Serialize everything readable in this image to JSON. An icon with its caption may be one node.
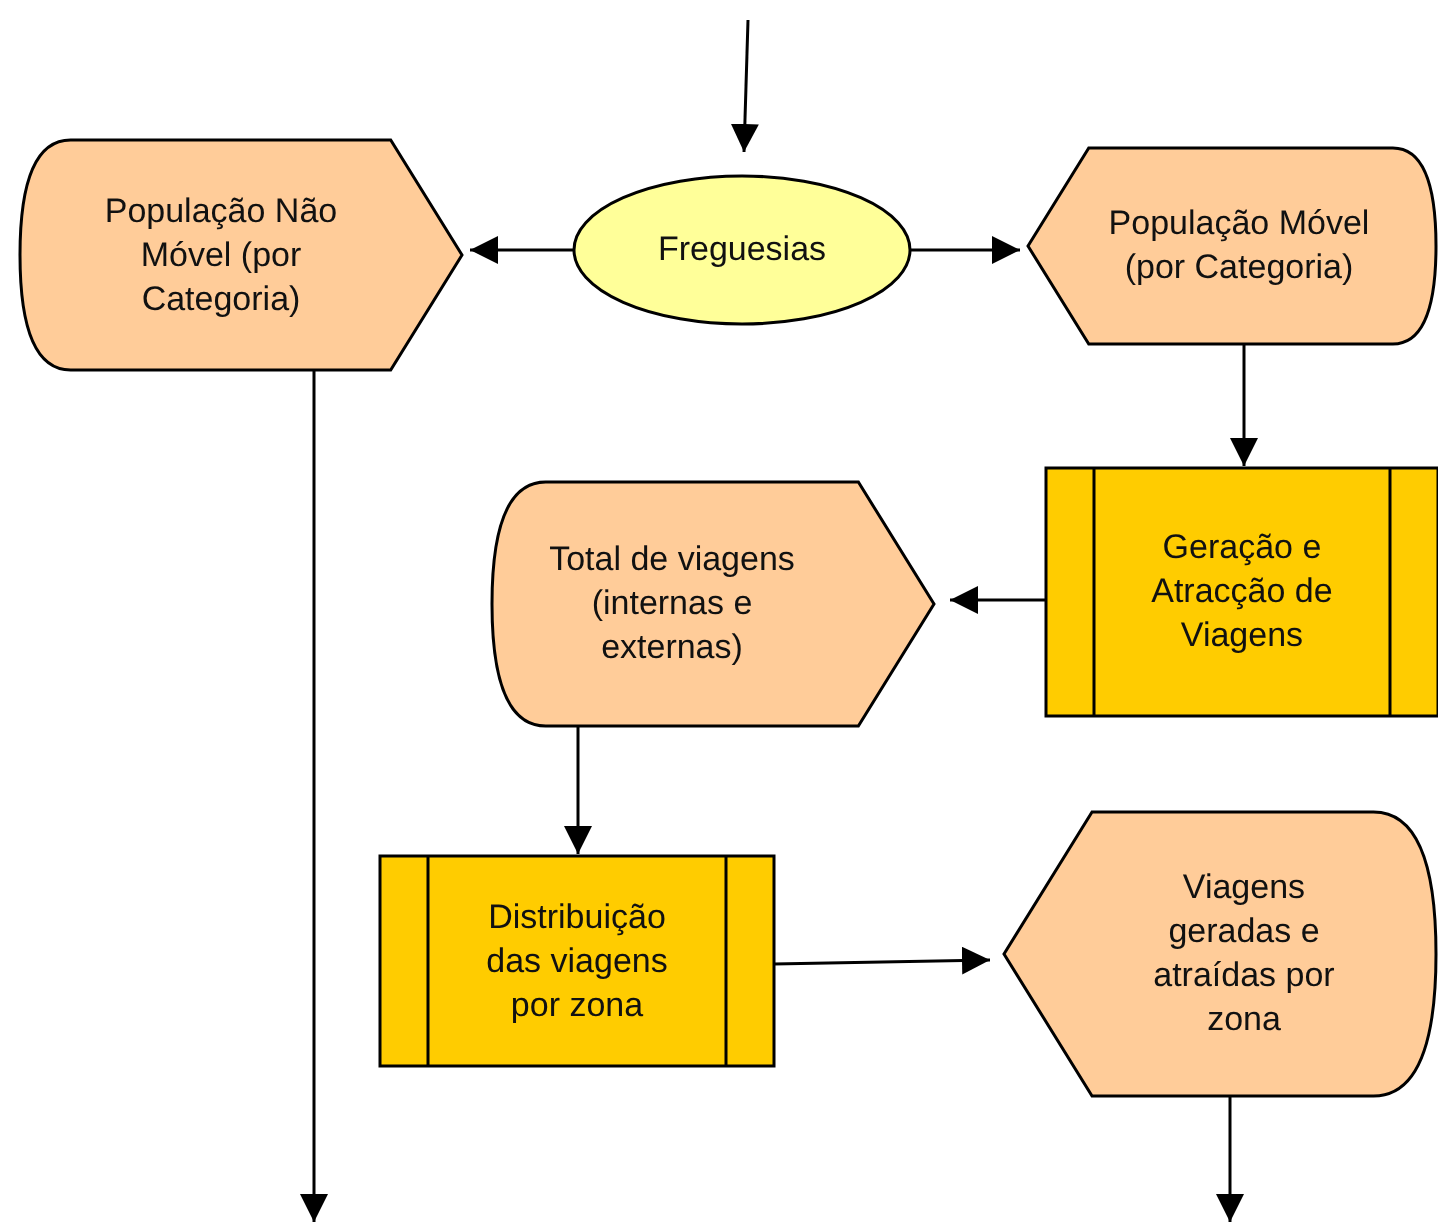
{
  "diagram": {
    "nodes": [
      {
        "text": [
          "Freguesias"
        ]
      },
      {
        "text": [
          "População Não Móvel (por Categoria)"
        ]
      },
      {
        "text": [
          "População Móvel (por Categoria)"
        ]
      },
      {
        "text": [
          "Geração e Atracção de Viagens"
        ]
      },
      {
        "text": [
          "Total de viagens (internas e externas)"
        ]
      },
      {
        "text": [
          "Distribuição das viagens por zona"
        ]
      },
      {
        "text": [
          "Viagens geradas e atraídas por zona"
        ]
      }
    ],
    "edges": [
      {
        "from": null,
        "to": 0,
        "arrow": "to"
      },
      {
        "from": 0,
        "to": 1,
        "arrow": "to"
      },
      {
        "from": 0,
        "to": 2,
        "arrow": "to"
      },
      {
        "from": 2,
        "to": 3,
        "arrow": "to"
      },
      {
        "from": 3,
        "to": 4,
        "arrow": "to"
      },
      {
        "from": 4,
        "to": 5,
        "arrow": "to"
      },
      {
        "from": 5,
        "to": 6,
        "arrow": "to"
      },
      {
        "from": 1,
        "to": null,
        "arrow": "to"
      },
      {
        "from": 6,
        "to": null,
        "arrow": "to"
      }
    ]
  }
}
